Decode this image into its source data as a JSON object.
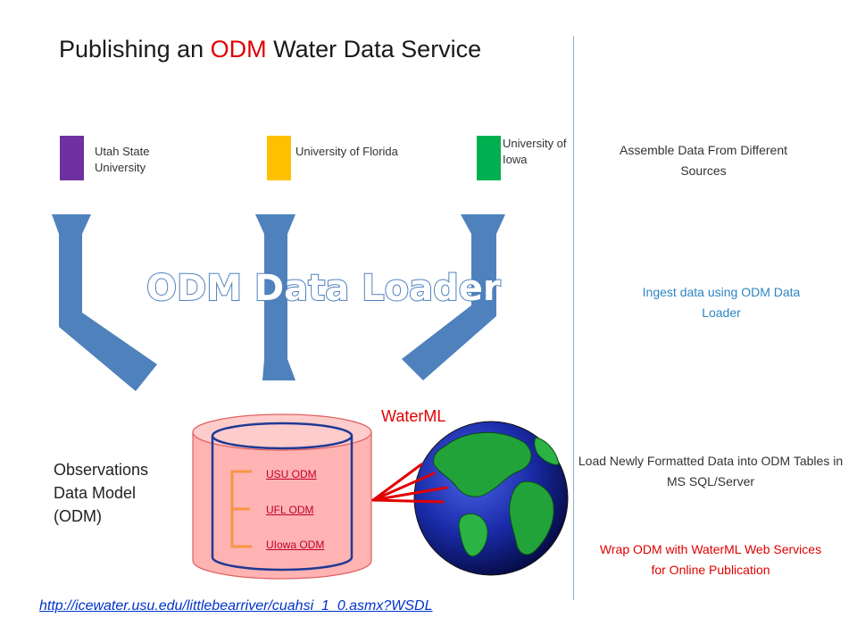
{
  "title": {
    "prefix": "Publishing an ",
    "accent": "ODM",
    "suffix": " Water Data Service"
  },
  "colors": {
    "purple": "#7030a0",
    "yellow": "#ffc000",
    "green": "#00b050",
    "arrow": "#4f81bd",
    "red": "#e00000",
    "cylinder": "#ffb3b3"
  },
  "sources": [
    {
      "label": "Utah State University",
      "color": "#7030a0"
    },
    {
      "label": "University of Florida",
      "color": "#ffc000"
    },
    {
      "label": "University of Iowa",
      "color": "#00b050"
    }
  ],
  "loader_title": "ODM Data Loader",
  "database": {
    "items": [
      "USU ODM",
      "UFL ODM",
      "UIowa ODM"
    ]
  },
  "odm_model": {
    "line1": "Observations",
    "line2": "Data Model",
    "line3": "(ODM)"
  },
  "waterml_label": "WaterML",
  "side": {
    "assemble": "Assemble Data From Different Sources",
    "ingest": "Ingest data using ODM Data Loader",
    "load": "Load Newly Formatted Data into ODM Tables in MS SQL/Server",
    "wrap": "Wrap ODM with WaterML Web Services for Online Publication"
  },
  "url": "http://icewater.usu.edu/littlebearriver/cuahsi_1_0.asmx?WSDL"
}
